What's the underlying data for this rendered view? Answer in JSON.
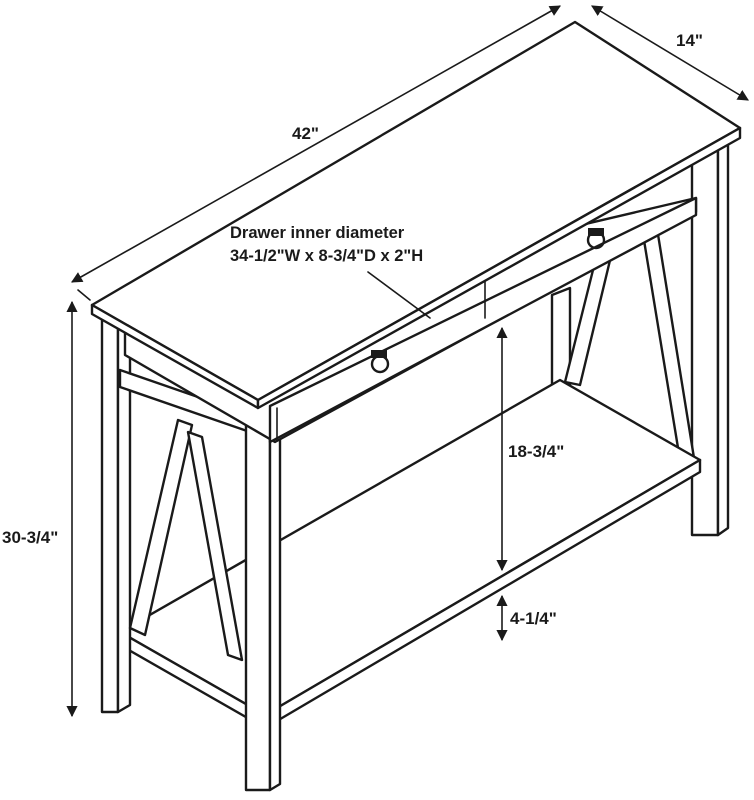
{
  "dimensions": {
    "width": "42\"",
    "depth": "14\"",
    "height": "30-3/4\"",
    "shelf_clearance": "18-3/4\"",
    "shelf_height": "4-1/4\""
  },
  "drawer": {
    "title": "Drawer inner diameter",
    "size": "34-1/2\"W x 8-3/4\"D x 2\"H"
  },
  "colors": {
    "ink": "#1a1a1a",
    "background": "#ffffff"
  }
}
